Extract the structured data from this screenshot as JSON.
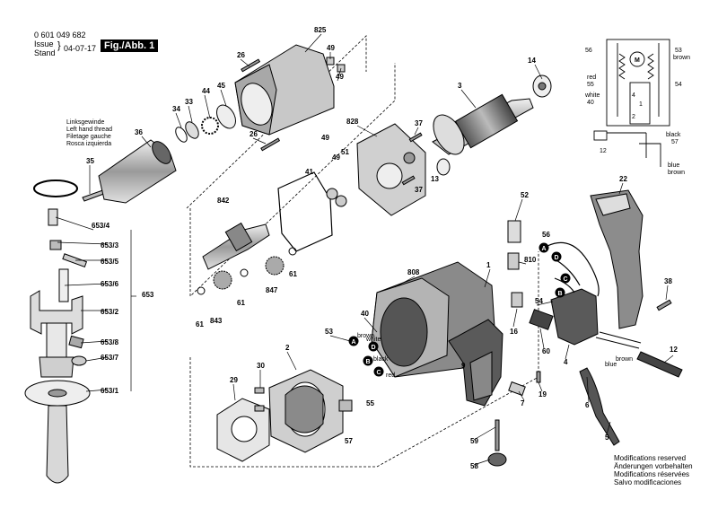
{
  "header": {
    "part_number": "0 601 049 682",
    "issue_label": "Issue",
    "stand_label": "Stand",
    "issue_date": "04-07-17",
    "figure_label": "Fig./Abb. 1"
  },
  "chuck_note": [
    "Linksgewinde",
    "Left hand thread",
    "Filetage gauche",
    "Rosca izquierda"
  ],
  "wire_colors": {
    "brown": "brown",
    "white": "white",
    "black": "black",
    "red": "red",
    "blue": "blue"
  },
  "connector_letters": [
    "A",
    "B",
    "C",
    "D"
  ],
  "part_numbers": {
    "p1": "1",
    "p2": "2",
    "p3": "3",
    "p4": "4",
    "p5": "5",
    "p6": "6",
    "p7": "7",
    "p9": "9",
    "p12": "12",
    "p13": "13",
    "p14": "14",
    "p16": "16",
    "p19": "19",
    "p22": "22",
    "p26a": "26",
    "p26b": "26",
    "p29": "29",
    "p30": "30",
    "p33": "33",
    "p34": "34",
    "p35": "35",
    "p36": "36",
    "p37a": "37",
    "p37b": "37",
    "p38": "38",
    "p40": "40",
    "p41": "41",
    "p44": "44",
    "p45": "45",
    "p49a": "49",
    "p49b": "49",
    "p49c": "49",
    "p51": "51",
    "p52": "52",
    "p53": "53",
    "p54": "54",
    "p55": "55",
    "p56": "56",
    "p57": "57",
    "p58": "58",
    "p59": "59",
    "p60": "60",
    "p61a": "61",
    "p61b": "61",
    "p61c": "61",
    "p653": "653",
    "p653_1": "653/1",
    "p653_2": "653/2",
    "p653_3": "653/3",
    "p653_4": "653/4",
    "p653_5": "653/5",
    "p653_6": "653/6",
    "p653_7": "653/7",
    "p653_8": "653/8",
    "p808": "808",
    "p810": "810",
    "p825": "825",
    "p828": "828",
    "p842": "842",
    "p843": "843",
    "p847": "847"
  },
  "schematic": {
    "labels": [
      "56",
      "53",
      "brown",
      "red",
      "55",
      "white",
      "40",
      "54",
      "black",
      "57",
      "12",
      "blue",
      "brown"
    ],
    "motor_symbol": "M",
    "terminals": [
      "4",
      "1",
      "2"
    ]
  },
  "footer_lines": [
    "Modifications reserved",
    "Änderungen vorbehalten",
    "Modifications réservées",
    "Salvo modificaciones"
  ],
  "colors": {
    "ink": "#000000",
    "paper": "#ffffff",
    "shade": "#8a8a8a",
    "dark": "#3a3a3a"
  }
}
